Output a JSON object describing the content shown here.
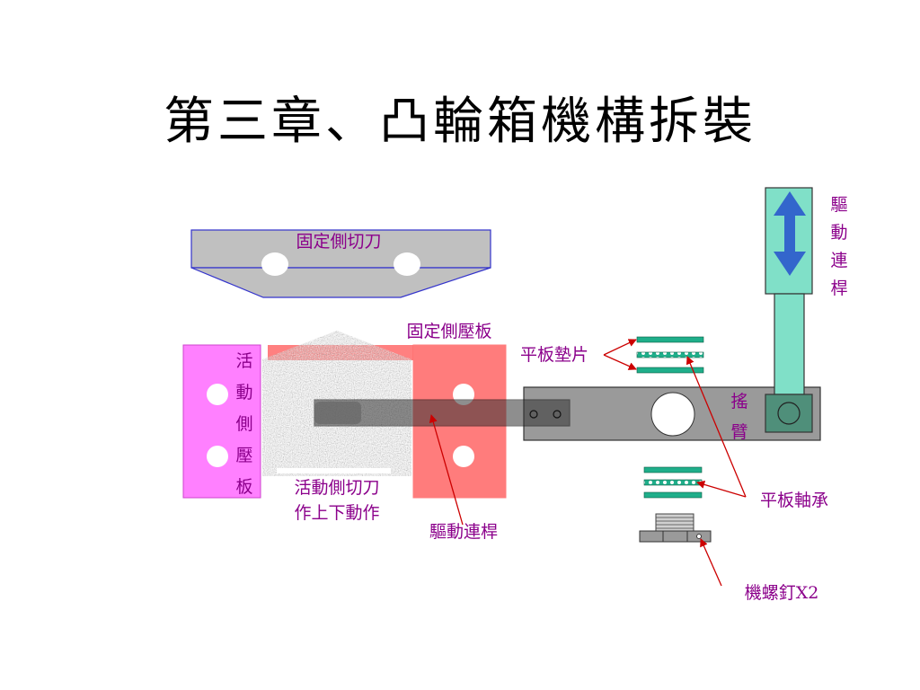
{
  "slide": {
    "title": "第三章、凸輪箱機構拆裝"
  },
  "labels": {
    "fixed_cutter": "固定側切刀",
    "fixed_press_plate": "固定側壓板",
    "movable_press_plate": [
      "活",
      "動",
      "側",
      "壓",
      "板"
    ],
    "movable_cutter_line1": "活動側切刀",
    "movable_cutter_line2": "作上下動作",
    "drive_rod_center": "驅動連桿",
    "flat_shim": "平板墊片",
    "rocker_arm": [
      "搖",
      "臂"
    ],
    "drive_rod_right": [
      "驅",
      "動",
      "連",
      "桿"
    ],
    "flat_bearing": "平板軸承",
    "machine_screw": "機螺釘X2"
  },
  "colors": {
    "label_purple": "#8b008b",
    "fixed_cutter_fill": "#c0c0c0",
    "fixed_cutter_stroke": "#3333cc",
    "movable_plate_fill": "#ff80ff",
    "fixed_press_plate_fill": "#ff8080",
    "rocker_fill": "#999999",
    "rod_fill": "#80e0c8",
    "arrow_blue": "#3366cc",
    "shim_green": "#1fae8a",
    "leader_red": "#cc0000"
  }
}
